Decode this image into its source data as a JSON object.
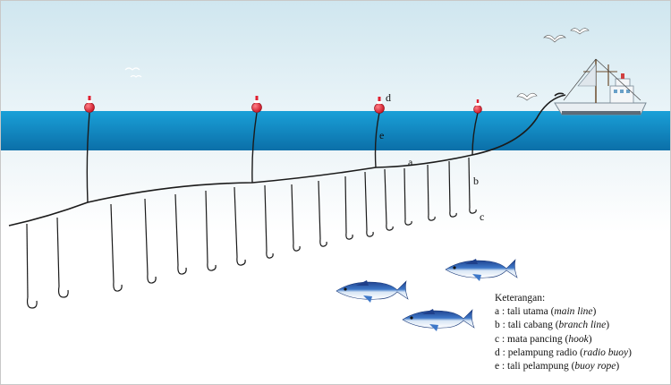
{
  "labels": {
    "a": "a",
    "b": "b",
    "c": "c",
    "d": "d",
    "e": "e"
  },
  "legend": {
    "title": "Keterangan:",
    "items": [
      {
        "prefix": "a : tali utama (",
        "term": "main line",
        "suffix": ")"
      },
      {
        "prefix": "b : tali cabang (",
        "term": "branch line",
        "suffix": ")"
      },
      {
        "prefix": "c : mata pancing (",
        "term": "hook",
        "suffix": ")"
      },
      {
        "prefix": "d : pelampung radio (",
        "term": "radio buoy",
        "suffix": ")"
      },
      {
        "prefix": "e : tali pelampung (",
        "term": "buoy rope",
        "suffix": ")"
      }
    ]
  },
  "colors": {
    "sky_top": "#cfe6ef",
    "sky_bottom": "#eaf4f8",
    "sea_surface": "#1aa0d8",
    "sea_deep": "#0b6fa8",
    "water": "#ffffff",
    "line": "#1b1b1b",
    "buoy": "#e02030",
    "tuna": "#2b5fb0"
  },
  "icons": [
    "buoy-icon",
    "hook-icon",
    "tuna-fish-icon",
    "fishing-boat-icon",
    "seagull-icon"
  ]
}
